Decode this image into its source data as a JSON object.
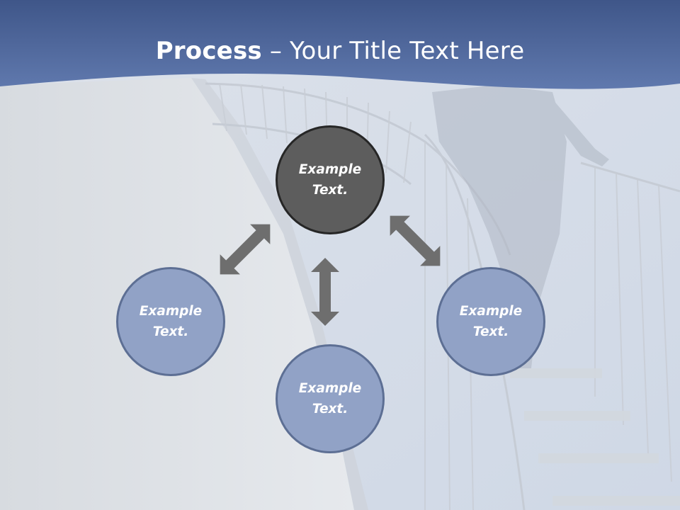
{
  "title": {
    "bold": "Process",
    "rest": " – Your Title Text Here"
  },
  "colors": {
    "header_band": "#5a73a8",
    "center_node": "#5d5d5d",
    "outer_node": "#91a2c6",
    "arrow": "#6e6e6e"
  },
  "nodes": [
    {
      "id": "top",
      "label": "Example Text."
    },
    {
      "id": "left",
      "label": "Example Text."
    },
    {
      "id": "bottom",
      "label": "Example Text."
    },
    {
      "id": "right",
      "label": "Example Text."
    }
  ]
}
